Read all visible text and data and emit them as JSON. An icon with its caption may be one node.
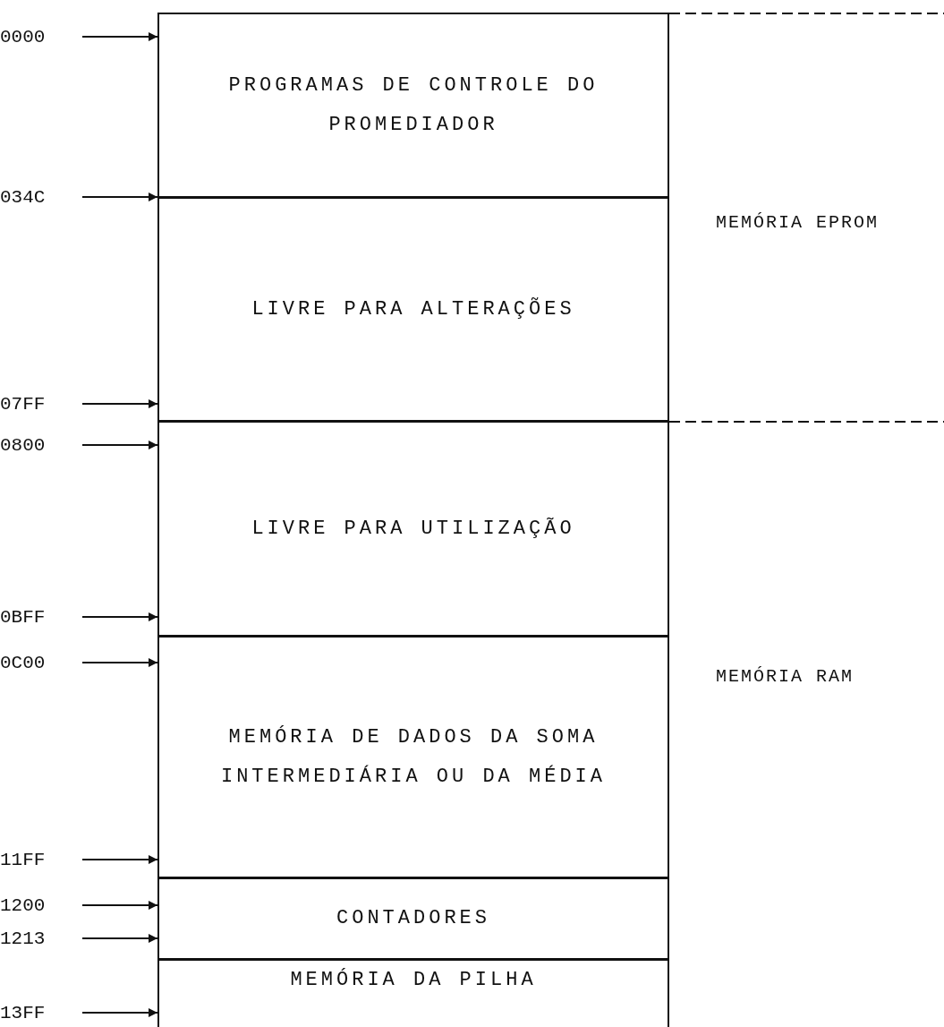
{
  "diagram": {
    "nodes": [
      {
        "text": [
          "PROGRAMAS DE CONTROLE DO PROMEDIADOR"
        ]
      },
      {
        "text": [
          "LIVRE PARA ALTERAÇÕES"
        ]
      },
      {
        "text": [
          "LIVRE PARA UTILIZAÇÃO"
        ]
      },
      {
        "text": [
          "MEMÓRIA DE DADOS DA SOMA INTERMEDIÁRIA OU DA MÉDIA"
        ]
      },
      {
        "text": [
          "CONTADORES"
        ]
      },
      {
        "text": [
          "MEMÓRIA DA PILHA"
        ]
      },
      {
        "text": [
          "0000"
        ]
      },
      {
        "text": [
          "034C"
        ]
      },
      {
        "text": [
          "07FF"
        ]
      },
      {
        "text": [
          "0800"
        ]
      },
      {
        "text": [
          "0BFF"
        ]
      },
      {
        "text": [
          "0C00"
        ]
      },
      {
        "text": [
          "11FF"
        ]
      },
      {
        "text": [
          "1200"
        ]
      },
      {
        "text": [
          "1213"
        ]
      },
      {
        "text": [
          "13FF"
        ]
      }
    ],
    "edges": [
      {
        "from": 6,
        "to": 0,
        "arrow": "to"
      },
      {
        "from": 7,
        "to": 1,
        "arrow": "to"
      },
      {
        "from": 8,
        "to": 1,
        "arrow": "to"
      },
      {
        "from": 9,
        "to": 2,
        "arrow": "to"
      },
      {
        "from": 10,
        "to": 2,
        "arrow": "to"
      },
      {
        "from": 11,
        "to": 3,
        "arrow": "to"
      },
      {
        "from": 12,
        "to": 3,
        "arrow": "to"
      },
      {
        "from": 13,
        "to": 4,
        "arrow": "to"
      },
      {
        "from": 14,
        "to": 4,
        "arrow": "to"
      },
      {
        "from": 15,
        "to": 5,
        "arrow": "to"
      }
    ],
    "labels": [
      "MEMÓRIA EPROM",
      "MEMÓRIA RAM"
    ]
  }
}
